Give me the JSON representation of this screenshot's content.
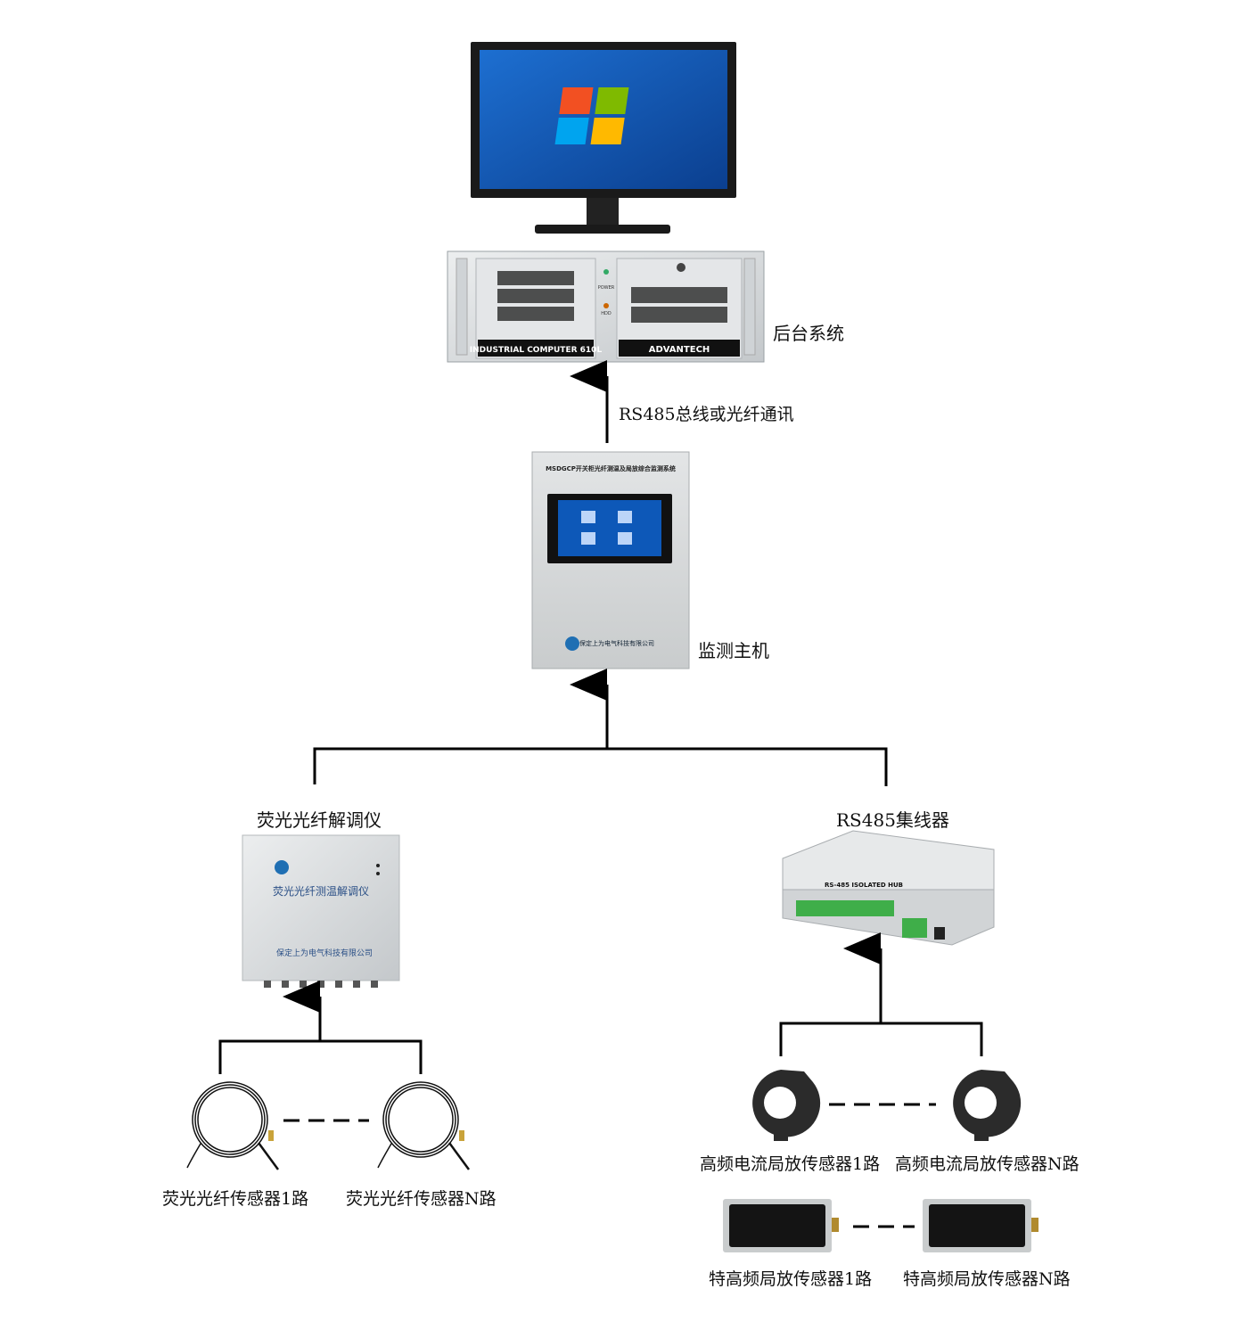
{
  "nodes": {
    "backend": {
      "label": "后台系统"
    },
    "monitor_host": {
      "label": "监测主机"
    },
    "demodulator": {
      "label": "荧光光纤解调仪"
    },
    "hub": {
      "label": "RS485集线器"
    },
    "fiber_sensor_1": {
      "label": "荧光光纤传感器1路"
    },
    "fiber_sensor_n": {
      "label": "荧光光纤传感器N路"
    },
    "hf_sensor_1": {
      "label": "高频电流局放传感器1路"
    },
    "hf_sensor_n": {
      "label": "高频电流局放传感器N路"
    },
    "uhf_sensor_1": {
      "label": "特高频局放传感器1路"
    },
    "uhf_sensor_n": {
      "label": "特高频局放传感器N路"
    }
  },
  "edges": {
    "host_to_backend": {
      "label": "RS485总线或光纤通讯"
    }
  },
  "device_text": {
    "ipc_badge": "INDUSTRIAL COMPUTER 610L",
    "ipc_brand": "ADVANTECH",
    "ipc_power": "POWER",
    "ipc_hdd": "HDD",
    "host_title": "MSDGCP开关柜光纤测温及局放综合监测系统",
    "host_company": "保定上为电气科技有限公司",
    "demod_title": "荧光光纤测温解调仪",
    "demod_company": "保定上为电气科技有限公司",
    "hub_title": "RS-485 ISOLATED HUB"
  },
  "colors": {
    "line": "#000000",
    "device_silver": "#d9dcde",
    "terminal_green": "#3fae49",
    "screen_blue": "#1d6fd1"
  }
}
